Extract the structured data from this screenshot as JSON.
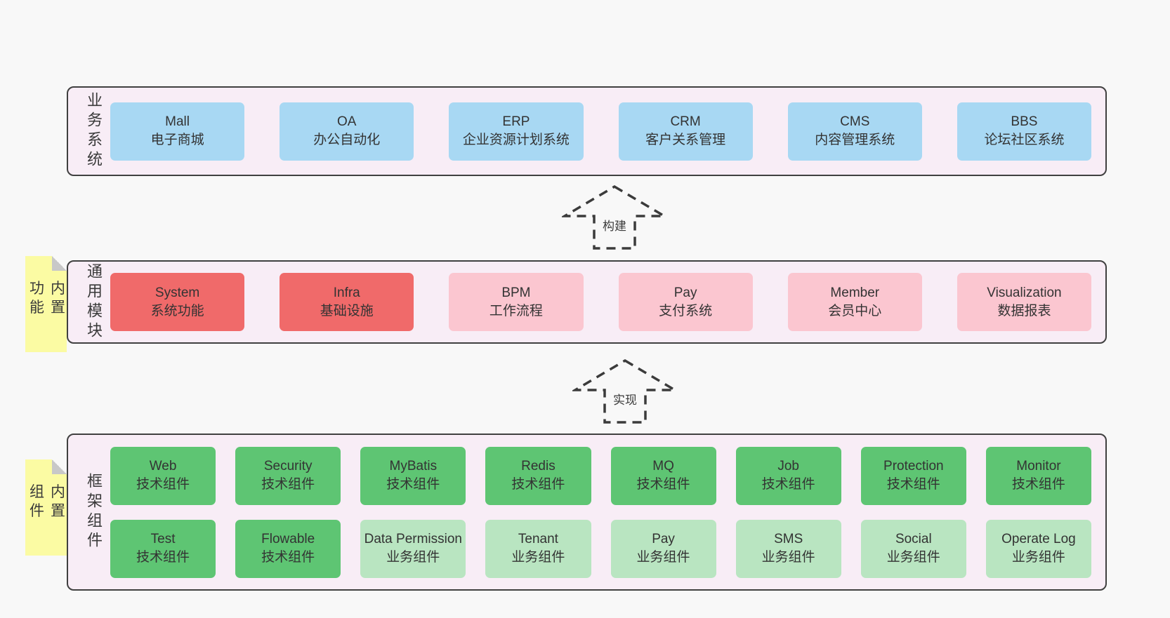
{
  "diagram": {
    "layers": [
      {
        "label": "业务系统",
        "rows": [
          [
            {
              "title": "Mall",
              "subtitle": "电子商城"
            },
            {
              "title": "OA",
              "subtitle": "办公自动化"
            },
            {
              "title": "ERP",
              "subtitle": "企业资源计划系统"
            },
            {
              "title": "CRM",
              "subtitle": "客户关系管理"
            },
            {
              "title": "CMS",
              "subtitle": "内容管理系统"
            },
            {
              "title": "BBS",
              "subtitle": "论坛社区系统"
            }
          ]
        ]
      },
      {
        "label": "通用模块",
        "note": "内置功能",
        "rows": [
          [
            {
              "title": "System",
              "subtitle": "系统功能"
            },
            {
              "title": "Infra",
              "subtitle": "基础设施"
            },
            {
              "title": "BPM",
              "subtitle": "工作流程"
            },
            {
              "title": "Pay",
              "subtitle": "支付系统"
            },
            {
              "title": "Member",
              "subtitle": "会员中心"
            },
            {
              "title": "Visualization",
              "subtitle": "数据报表"
            }
          ]
        ]
      },
      {
        "label": "框架组件",
        "note": "内置组件",
        "rows": [
          [
            {
              "title": "Web",
              "subtitle": "技术组件"
            },
            {
              "title": "Security",
              "subtitle": "技术组件"
            },
            {
              "title": "MyBatis",
              "subtitle": "技术组件"
            },
            {
              "title": "Redis",
              "subtitle": "技术组件"
            },
            {
              "title": "MQ",
              "subtitle": "技术组件"
            },
            {
              "title": "Job",
              "subtitle": "技术组件"
            },
            {
              "title": "Protection",
              "subtitle": "技术组件"
            },
            {
              "title": "Monitor",
              "subtitle": "技术组件"
            }
          ],
          [
            {
              "title": "Test",
              "subtitle": "技术组件"
            },
            {
              "title": "Flowable",
              "subtitle": "技术组件"
            },
            {
              "title": "Data Permission",
              "subtitle": "业务组件"
            },
            {
              "title": "Tenant",
              "subtitle": "业务组件"
            },
            {
              "title": "Pay",
              "subtitle": "业务组件"
            },
            {
              "title": "SMS",
              "subtitle": "业务组件"
            },
            {
              "title": "Social",
              "subtitle": "业务组件"
            },
            {
              "title": "Operate Log",
              "subtitle": "业务组件"
            }
          ]
        ]
      }
    ],
    "arrows": [
      {
        "label": "构建"
      },
      {
        "label": "实现"
      }
    ],
    "colors": {
      "page_background": "#f8f8f8",
      "container_fill": "#f8edf6",
      "container_border": "#404040",
      "business_system_box": "#a8d8f3",
      "core_module_box": "#f06a6a",
      "module_box": "#fbc6d0",
      "tech_component_box": "#5ec573",
      "biz_component_box": "#b9e5c1",
      "sticky_note": "#fbfba3",
      "note_fold": "#c8c8c8",
      "dashed_arrow": "#3b3b3b"
    }
  }
}
